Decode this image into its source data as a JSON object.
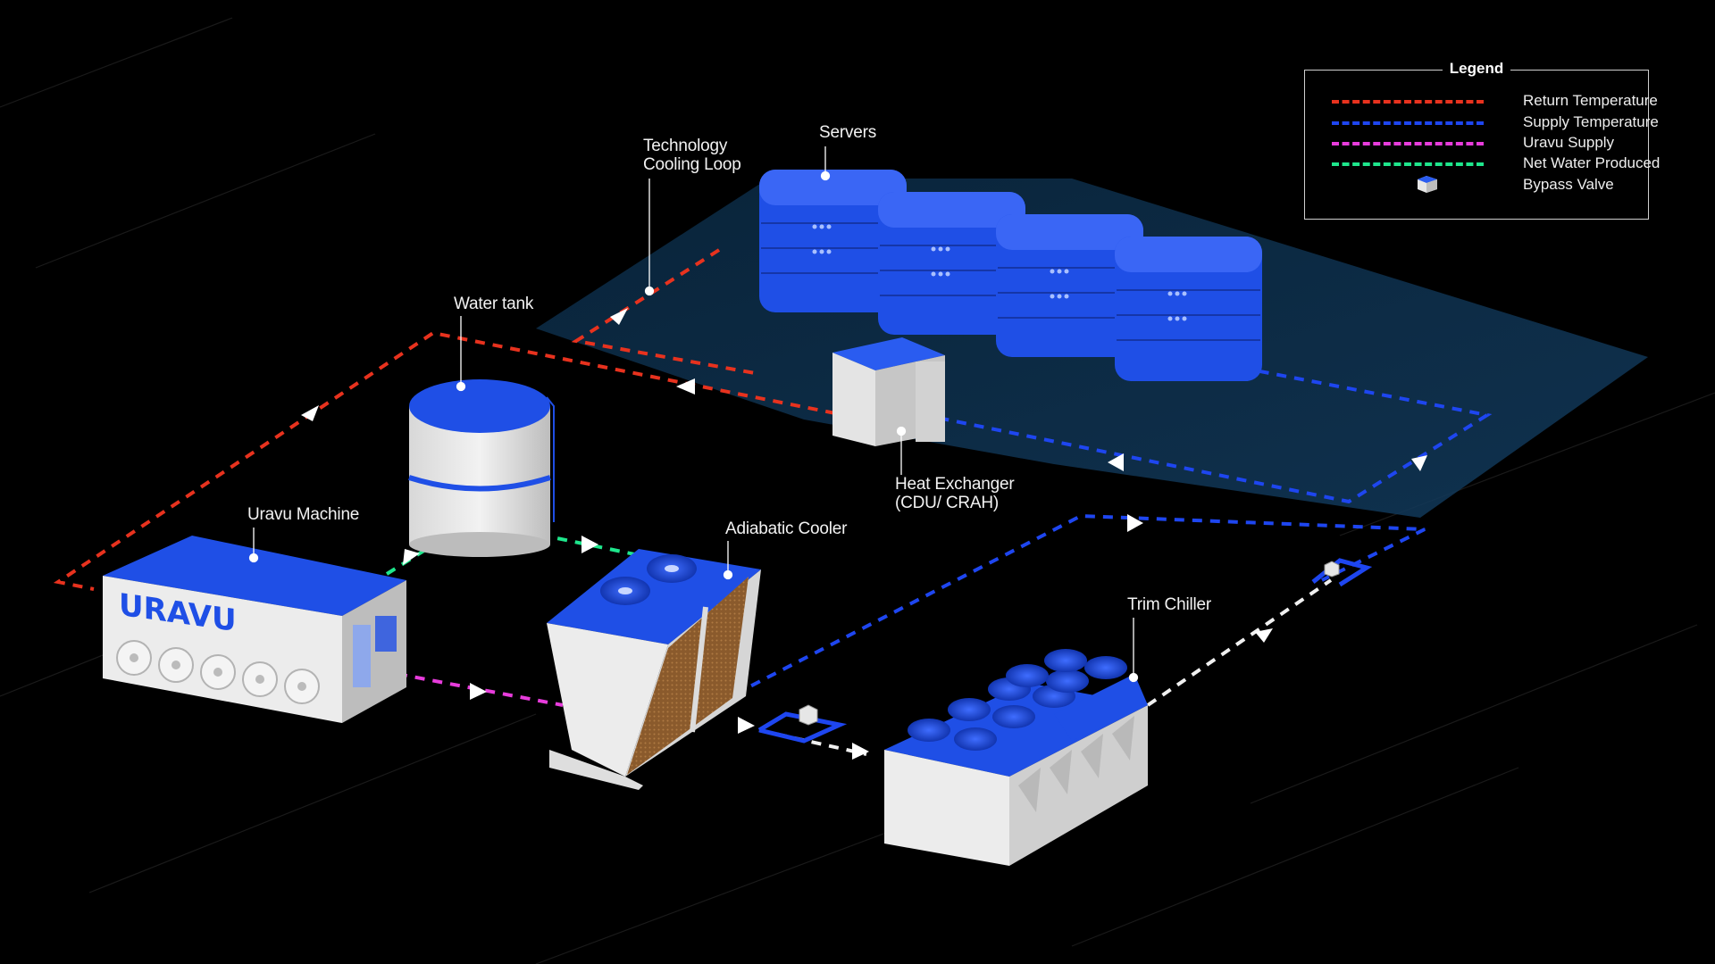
{
  "labels": {
    "technology_cooling_loop_line1": "Technology",
    "technology_cooling_loop_line2": "Cooling Loop",
    "servers": "Servers",
    "water_tank": "Water tank",
    "uravu_machine": "Uravu Machine",
    "adiabatic_cooler": "Adiabatic Cooler",
    "heat_exchanger_line1": "Heat Exchanger",
    "heat_exchanger_line2": "(CDU/ CRAH)",
    "trim_chiller": "Trim Chiller",
    "uravu_logo": "URAVU"
  },
  "legend": {
    "title": "Legend",
    "items": [
      {
        "label": "Return Temperature",
        "color": "#e8321e",
        "icon": "red-dashed-line"
      },
      {
        "label": "Supply Temperature",
        "color": "#1e46f0",
        "icon": "blue-dashed-line"
      },
      {
        "label": "Uravu Supply",
        "color": "#e83cdc",
        "icon": "magenta-dashed-line"
      },
      {
        "label": "Net Water Produced",
        "color": "#1ee68c",
        "icon": "green-dashed-line"
      },
      {
        "label": "Bypass Valve",
        "icon": "bypass-valve-icon"
      }
    ]
  },
  "colors": {
    "background": "#000000",
    "equipment_blue": "#1f4fe6",
    "equipment_white": "#e6e6e6",
    "flow_white": "#f0f0f0"
  }
}
